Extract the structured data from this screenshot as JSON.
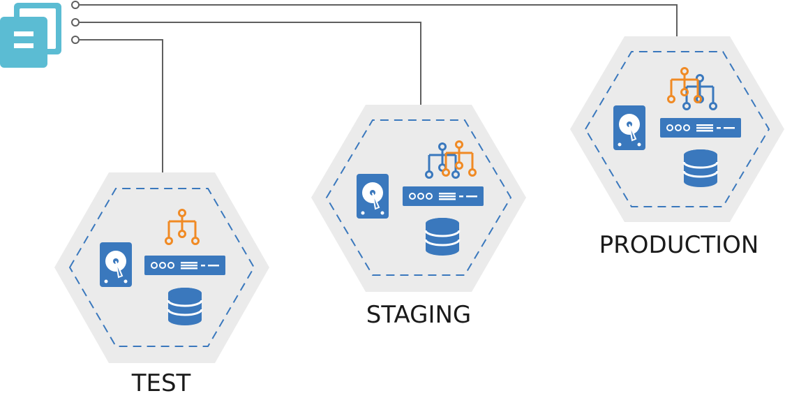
{
  "environments": [
    {
      "id": "test",
      "label": "TEST"
    },
    {
      "id": "staging",
      "label": "STAGING"
    },
    {
      "id": "production",
      "label": "PRODUCTION"
    }
  ],
  "colors": {
    "source_icon": "#5bbcd3",
    "hex_background": "#ebebeb",
    "dashed_outline": "#3a78bd",
    "connector": "#5f5f5f",
    "blue_icons": "#3a78bd",
    "orange_icons": "#f08a24"
  },
  "icons": {
    "source": "copy-documents-icon",
    "disk": "hard-drive-icon",
    "server": "server-rack-icon",
    "database": "database-icon",
    "network": "network-tree-icon"
  }
}
